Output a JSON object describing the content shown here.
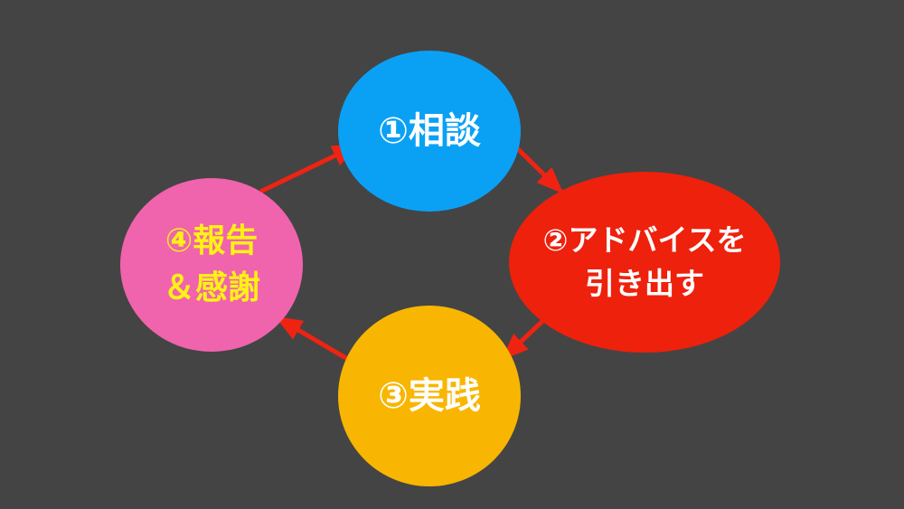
{
  "diagram": {
    "steps": [
      {
        "id": "consult",
        "lines": [
          "①相談"
        ],
        "fill": "#0AA1F5",
        "text_color": "#FFFFFF"
      },
      {
        "id": "advice",
        "lines": [
          "②アドバイスを",
          "引き出す"
        ],
        "fill": "#EE210C",
        "text_color": "#FFFFFF"
      },
      {
        "id": "practice",
        "lines": [
          "③実践"
        ],
        "fill": "#F8B602",
        "text_color": "#FFFFFF"
      },
      {
        "id": "report",
        "lines": [
          "④報告",
          "＆感謝"
        ],
        "fill": "#F063AD",
        "text_color": "#FFF214"
      }
    ],
    "arrow_color": "#F02312",
    "background": "#444444"
  }
}
